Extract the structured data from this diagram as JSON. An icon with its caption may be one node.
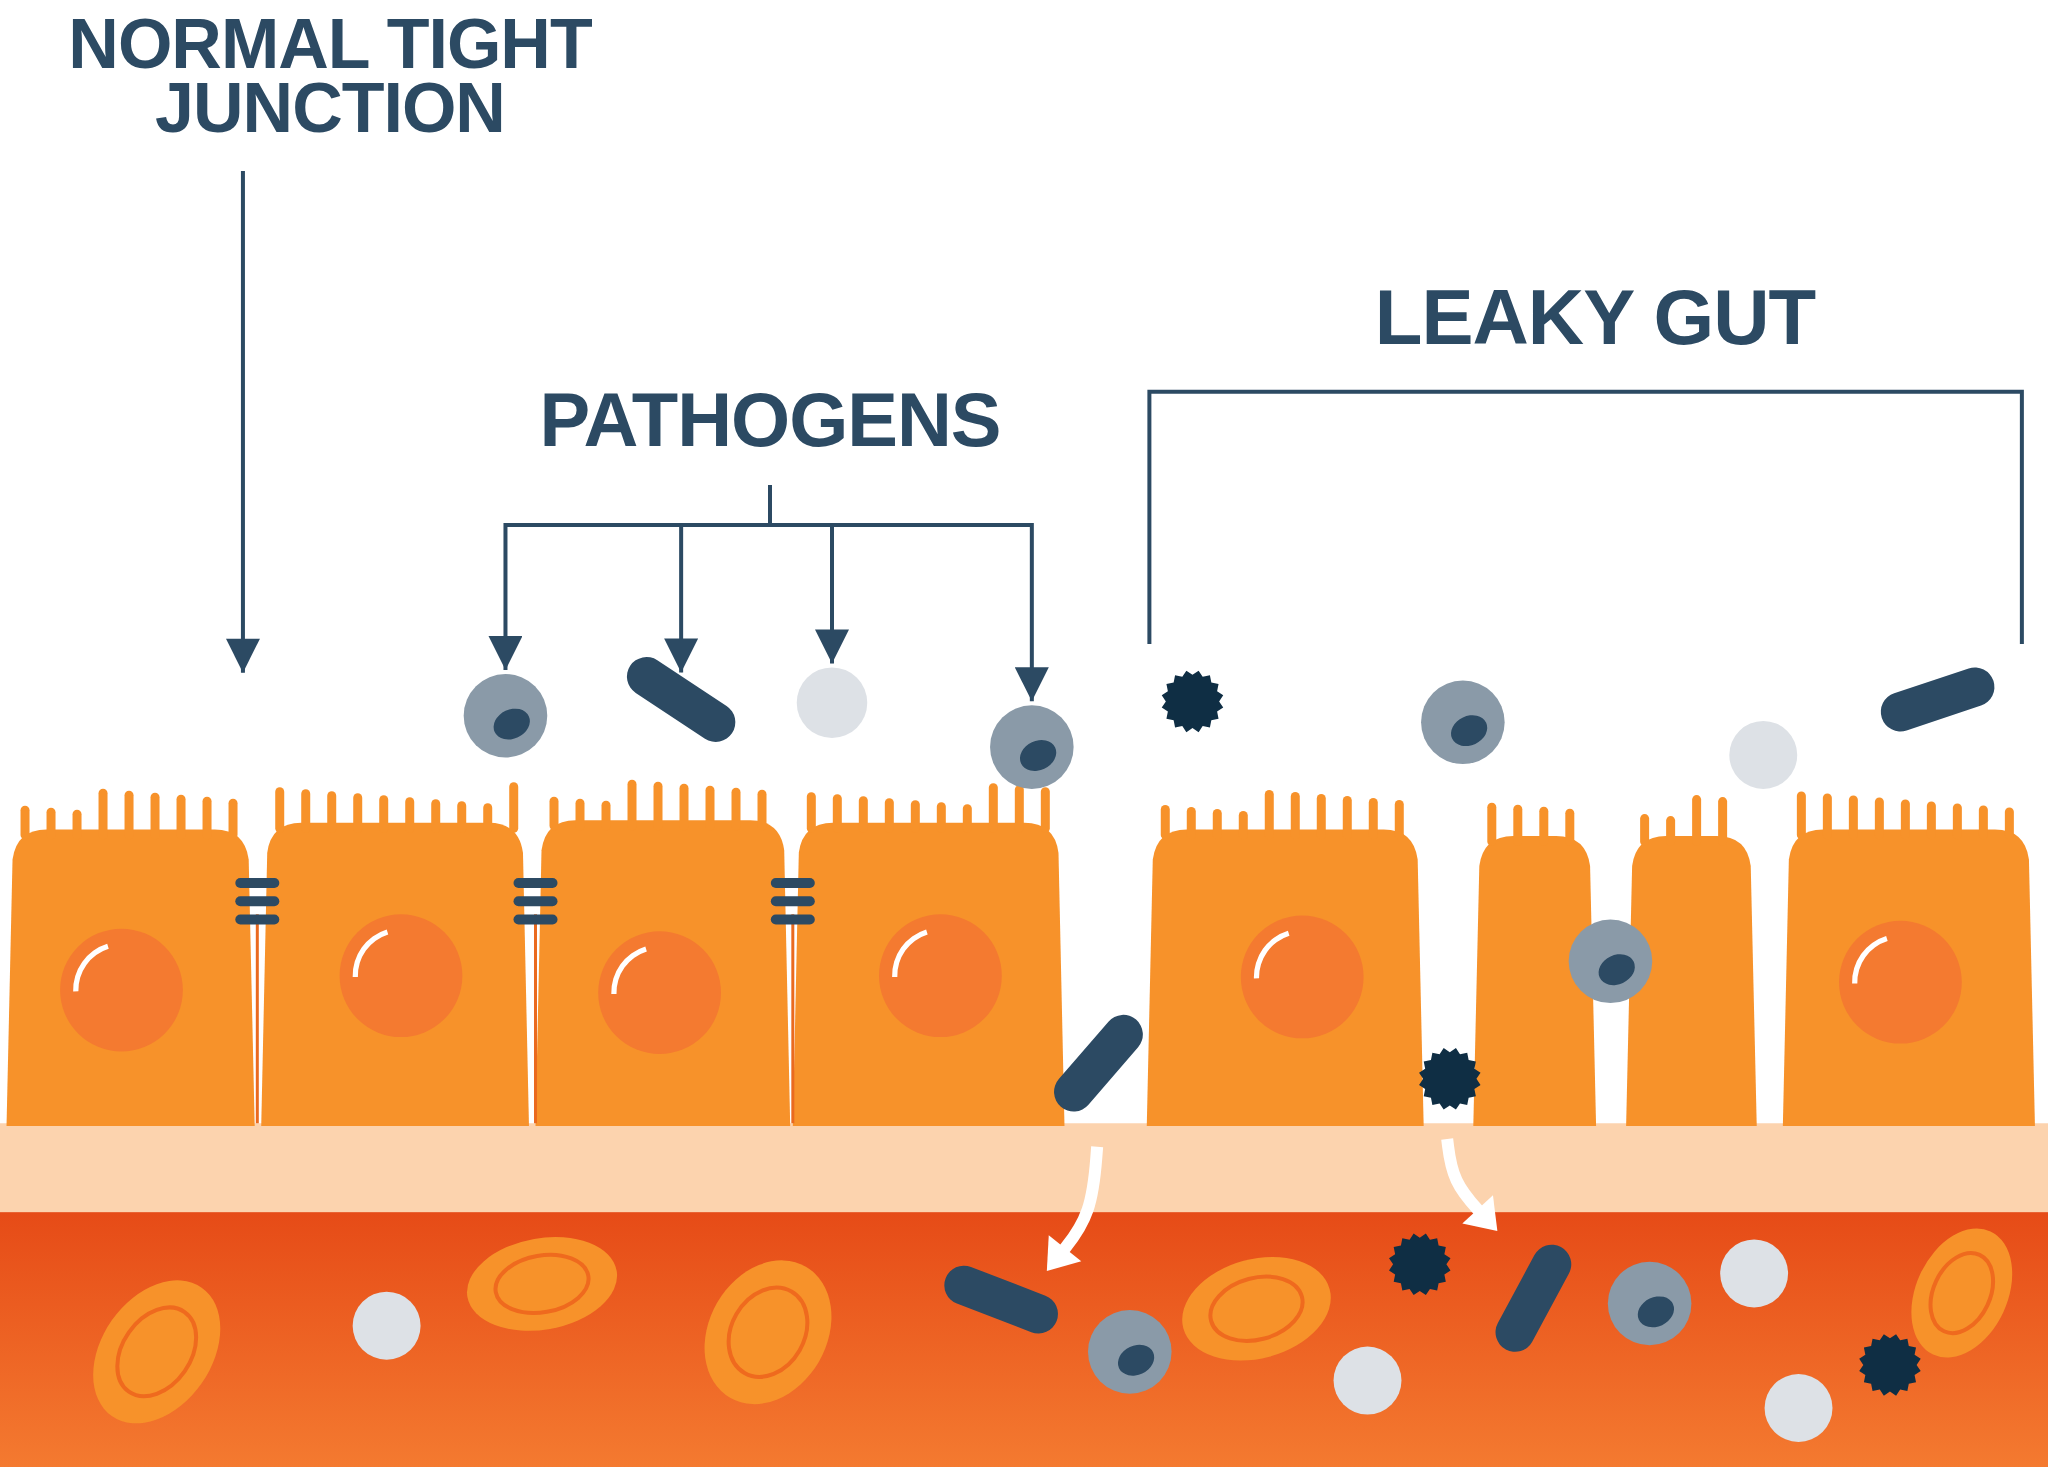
{
  "diagram": {
    "nodes": [
      {
        "text": [
          "NORMAL TIGHT JUNCTION"
        ]
      },
      {
        "text": [
          "PATHOGENS"
        ]
      },
      {
        "text": [],
        "shape": "circle"
      },
      {
        "text": [],
        "shape": "bar"
      },
      {
        "text": [],
        "shape": "circle"
      },
      {
        "text": [],
        "shape": "circle"
      },
      {
        "text": [],
        "shape": "circle"
      },
      {
        "text": [],
        "shape": "circle"
      },
      {
        "text": [],
        "shape": "circle"
      },
      {
        "text": [],
        "shape": "circle"
      },
      {
        "text": [],
        "shape": "circle"
      }
    ],
    "edges": [
      {
        "from": 0,
        "to": null,
        "arrow": "to"
      },
      {
        "from": 1,
        "to": 2,
        "arrow": "to"
      },
      {
        "from": 1,
        "to": 3,
        "arrow": "to"
      },
      {
        "from": 1,
        "to": 4,
        "arrow": "to"
      },
      {
        "from": 1,
        "to": 5,
        "arrow": "to"
      }
    ],
    "labels": [
      "LEAKY GUT"
    ]
  }
}
